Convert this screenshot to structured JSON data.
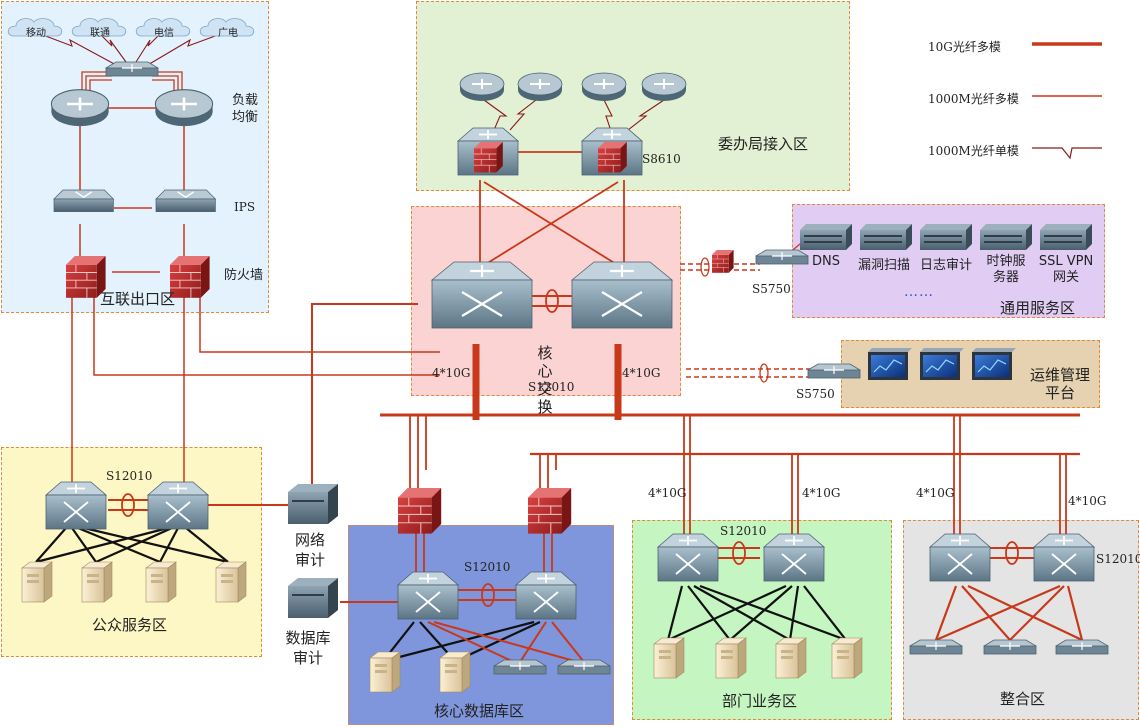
{
  "zones": {
    "internet": "互联出口区",
    "committee": "委办局接入区",
    "core": "核心交换",
    "common": "通用服务区",
    "ops": "运维管理平台",
    "public": "公众服务区",
    "coredb": "核心数据库区",
    "dept": "部门业务区",
    "integration": "整合区"
  },
  "isps": [
    "移动",
    "联通",
    "电信",
    "广电"
  ],
  "labels": {
    "load_balance": "负载均衡",
    "ips": "IPS",
    "firewall": "防火墙",
    "s8610": "S8610",
    "s12010": "S12010",
    "s5750": "S5750",
    "net_audit": "网络审计",
    "db_audit": "数据库审计",
    "link_4x10g": "4*10G"
  },
  "servers": [
    "DNS",
    "漏洞扫描",
    "日志审计",
    "时钟服务器",
    "SSL VPN网关"
  ],
  "ellipsis": "……",
  "legend": [
    {
      "label": "10G光纤多模",
      "style": "thick"
    },
    {
      "label": "1000M光纤多模",
      "style": "thin"
    },
    {
      "label": "1000M光纤单模",
      "style": "zigzag"
    }
  ],
  "colors": {
    "line_red": "#c8391b",
    "line_black": "#111111",
    "zone_internet": "#e3f2fc",
    "zone_committee": "#e2f0d3",
    "zone_core": "#fbd3d3",
    "zone_common": "#e1ccf3",
    "zone_ops": "#e6d1b0",
    "zone_public": "#fdf7c5",
    "zone_coredb": "#8096dc",
    "zone_dept": "#c5f5c1",
    "zone_integration": "#e4e4e4",
    "switch_icon": "switch-icon",
    "firewall_icon": "firewall-icon",
    "server_icon": "server-icon",
    "router_icon": "router-icon",
    "monitor_icon": "monitor-icon",
    "cloud_icon": "cloud-icon"
  }
}
